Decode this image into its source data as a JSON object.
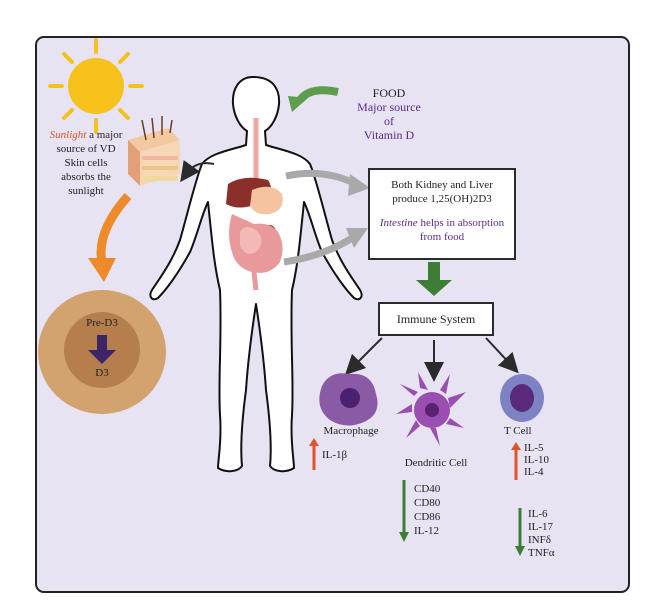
{
  "colors": {
    "panel_bg": "#e7e3f2",
    "panel_border": "#222222",
    "sun": "#f7c11c",
    "orange_arrow": "#ef8a2a",
    "green_arrow": "#3d7d35",
    "grey_arrow": "#a9a9a9",
    "purple_text": "#5a2a8a",
    "red_text": "#d9532b",
    "up_arrow": "#e0532b",
    "down_arrow": "#3d7d35",
    "cell_outer": "#d2a26f",
    "cell_inner": "#b47f4c",
    "macrophage": "#8a5aa6",
    "dendritic": "#9a4fb0",
    "tcell": "#7d82c3"
  },
  "food": {
    "title": "FOOD",
    "line1": "Major source of",
    "line2": "Vitamin D"
  },
  "sunlight": {
    "word": "Sunlight",
    "rest1": " a major",
    "line2": "source of VD",
    "line3": "Skin cells",
    "line4": "absorbs the",
    "line5": "sunlight"
  },
  "kidney_box": {
    "line1": "Both Kidney and Liver",
    "line2": "produce 1,25(OH)2D3",
    "intestine_word": "Intestine",
    "line3_rest": " helps in absorption",
    "line4": "from food"
  },
  "immune_box": {
    "label": "Immune System"
  },
  "cell": {
    "pre": "Pre-D3",
    "post": "D3"
  },
  "macrophage": {
    "label": "Macrophage",
    "up": [
      "IL-1β"
    ]
  },
  "dendritic": {
    "label": "Dendritic Cell",
    "down": [
      "CD40",
      "CD80",
      "CD86",
      "IL-12"
    ]
  },
  "tcell": {
    "label": "T Cell",
    "up": [
      "IL-5",
      "IL-10",
      "IL-4"
    ],
    "down": [
      "IL-6",
      "IL-17",
      "INFδ",
      "TNFα"
    ]
  },
  "icons": [
    "sun-icon",
    "skin-icon",
    "human-body-icon",
    "macrophage-icon",
    "dendritic-cell-icon",
    "t-cell-icon"
  ]
}
